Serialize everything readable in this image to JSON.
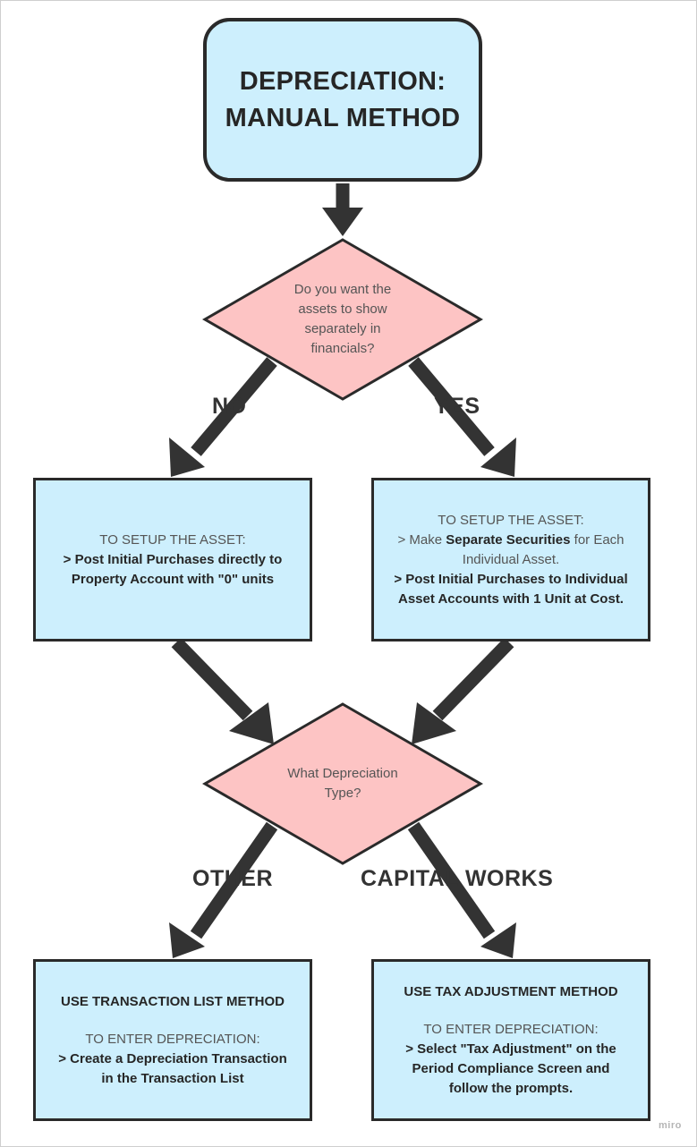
{
  "title": {
    "line1": "DEPRECIATION:",
    "line2": "MANUAL METHOD"
  },
  "decision1": {
    "lines": [
      "Do you want the",
      "assets to show",
      "separately in",
      "financials?"
    ]
  },
  "branch_labels": {
    "no": "NO",
    "yes": "YES",
    "other": "OTHER",
    "capital_works": "CAPITAL WORKS"
  },
  "no_box": {
    "heading": "TO SETUP THE ASSET:",
    "line1": "> Post Initial Purchases directly to",
    "line2": "Property Account with \"0\" units"
  },
  "yes_box": {
    "heading": "TO SETUP THE ASSET:",
    "make_prefix": "> Make ",
    "make_bold": "Separate Securities",
    "make_suffix": " for Each",
    "make_line2": "Individual Asset.",
    "line3": "> Post Initial Purchases to Individual",
    "line4": "Asset Accounts with 1 Unit at Cost."
  },
  "decision2": {
    "lines": [
      "What Depreciation",
      "Type?"
    ]
  },
  "other_box": {
    "title": "USE TRANSACTION LIST METHOD",
    "heading": "TO ENTER DEPRECIATION:",
    "line1": "> Create a Depreciation Transaction",
    "line2": "in the Transaction List"
  },
  "capital_box": {
    "title": "USE TAX ADJUSTMENT METHOD",
    "heading": "TO ENTER DEPRECIATION:",
    "line1": "> Select \"Tax Adjustment\" on the",
    "line2": "Period Compliance Screen and",
    "line3": "follow the prompts."
  },
  "watermark": "miro",
  "colors": {
    "box_fill": "#cdeffd",
    "diamond_fill": "#fdc4c4",
    "stroke": "#2a2a2a",
    "arrow": "#333333"
  }
}
